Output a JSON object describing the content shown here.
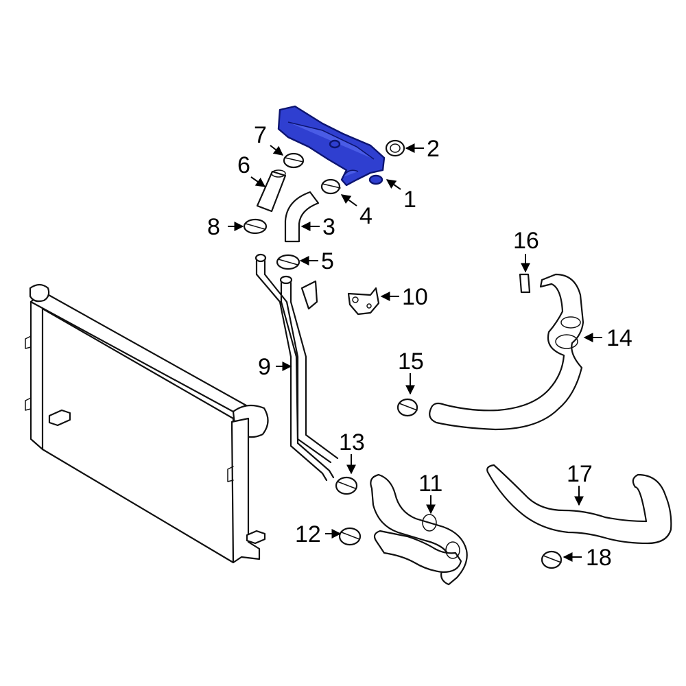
{
  "highlight_color": "#2f3fd0",
  "callouts": {
    "c1": "1",
    "c2": "2",
    "c3": "3",
    "c4": "4",
    "c5": "5",
    "c6": "6",
    "c7": "7",
    "c8": "8",
    "c9": "9",
    "c10": "10",
    "c11": "11",
    "c12": "12",
    "c13": "13",
    "c14": "14",
    "c15": "15",
    "c16": "16",
    "c17": "17",
    "c18": "18"
  }
}
